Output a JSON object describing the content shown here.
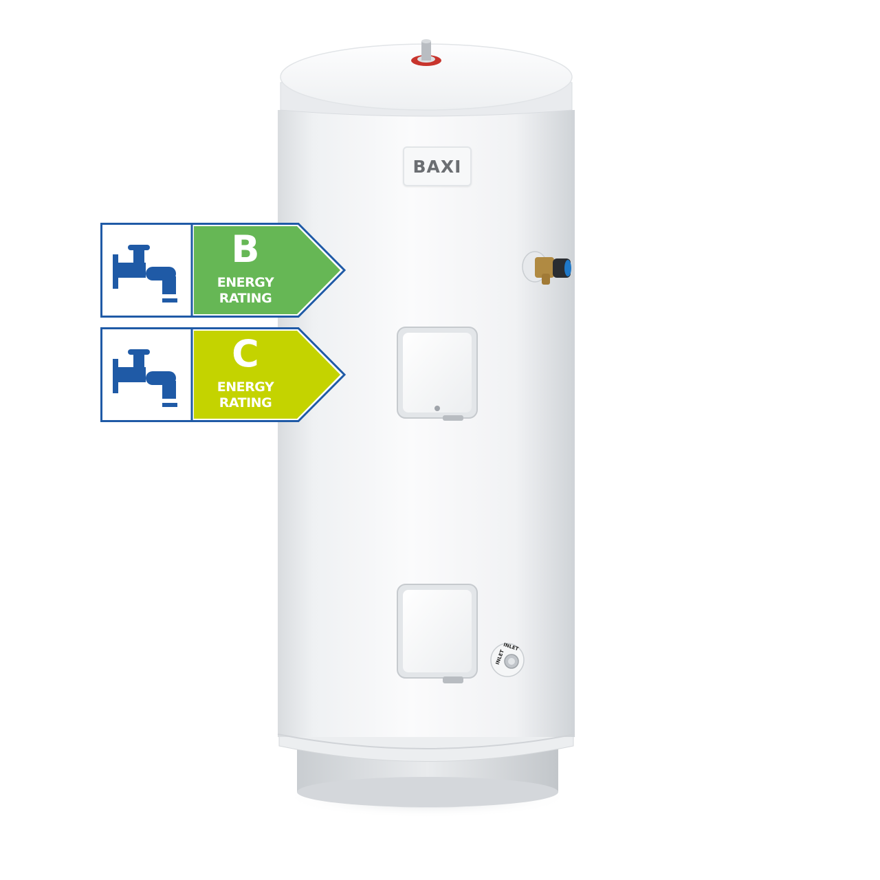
{
  "product": {
    "brand": "BAXI",
    "inlet_text": "INLET",
    "body_color": "#f4f5f6",
    "top_color": "#f8f9fa"
  },
  "energy_labels": [
    {
      "icon": "tap-icon",
      "grade": "B",
      "line1": "ENERGY",
      "line2": "RATING",
      "color": "#66b755"
    },
    {
      "icon": "tap-icon",
      "grade": "C",
      "line1": "ENERGY",
      "line2": "RATING",
      "color": "#c4d300"
    }
  ],
  "colors": {
    "label_border": "#1f5aa6",
    "tap": "#1f5aa6"
  }
}
